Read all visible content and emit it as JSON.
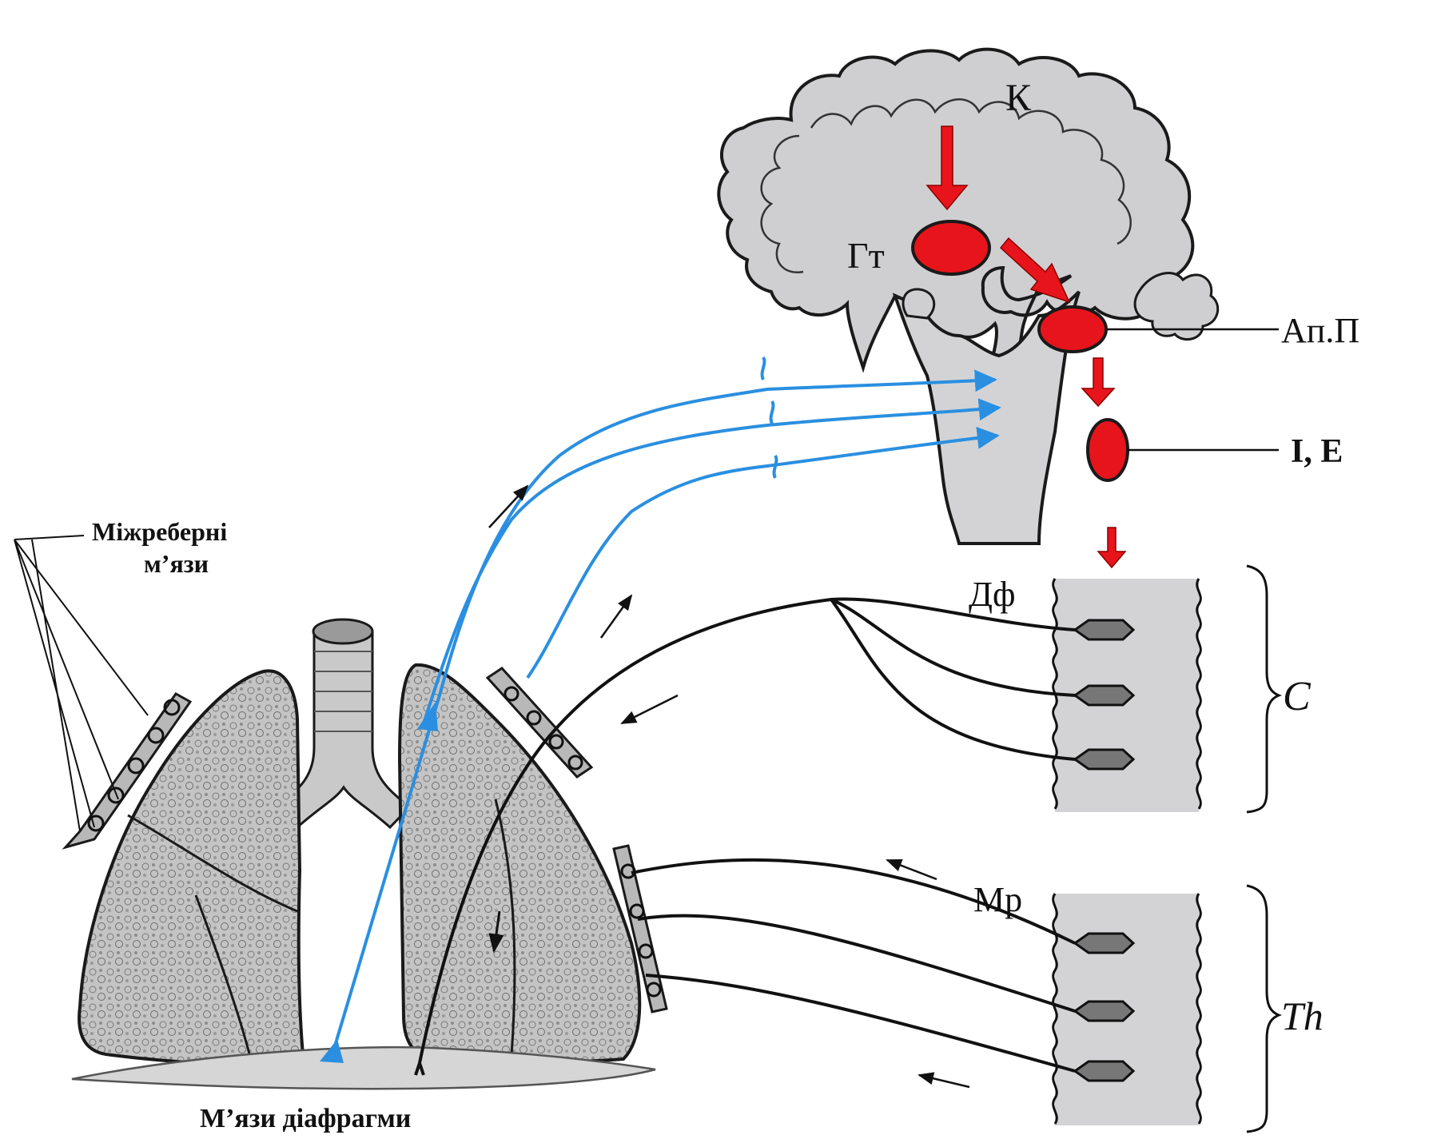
{
  "labels": {
    "cortex": "К",
    "hypothalamus": "Гт",
    "apneustic_pneumotaxic": "Ап.П",
    "inspiratory_expiratory": "І, Е",
    "diaphragm_center": "Дф",
    "intercostal_center": "Мр",
    "cervical_segment": "C",
    "thoracic_segment": "Th",
    "intercostal_muscles": "Міжреберні\nм’язи",
    "diaphragm_muscles": "М’язи діафрагми"
  },
  "colors": {
    "control_pathway": "#e8141b",
    "afferent_pathway": "#2a8fe0",
    "efferent_pathway": "#111111",
    "brain_fill": "#cfcfd1",
    "cord_fill": "#d3d3d5",
    "lung_fill": "#bdbdbd"
  }
}
